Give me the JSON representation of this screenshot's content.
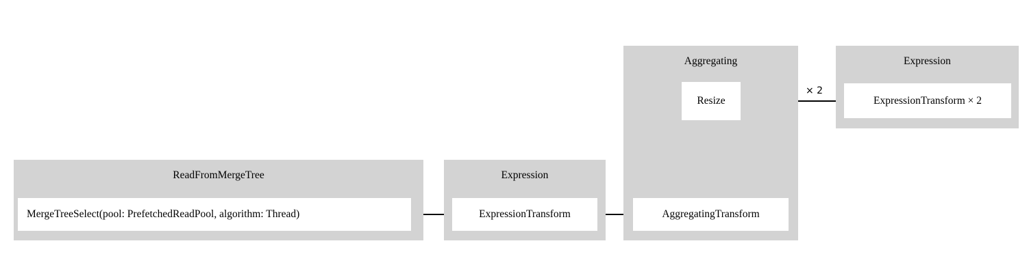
{
  "diagram": {
    "type": "pipeline-graph",
    "background_color": "#ffffff",
    "cluster_color": "#d3d3d3",
    "node_color": "#ffffff",
    "edge_color": "#000000",
    "clusters": [
      {
        "id": "read-from-merge-tree",
        "title": "ReadFromMergeTree",
        "nodes": [
          {
            "id": "merge-tree-select",
            "label": "MergeTreeSelect(pool: PrefetchedReadPool, algorithm: Thread)"
          }
        ]
      },
      {
        "id": "expression-1",
        "title": "Expression",
        "nodes": [
          {
            "id": "expression-transform",
            "label": "ExpressionTransform"
          }
        ]
      },
      {
        "id": "aggregating",
        "title": "Aggregating",
        "nodes": [
          {
            "id": "resize",
            "label": "Resize"
          },
          {
            "id": "aggregating-transform",
            "label": "AggregatingTransform"
          }
        ]
      },
      {
        "id": "expression-2",
        "title": "Expression",
        "nodes": [
          {
            "id": "expression-transform-x2",
            "label": "ExpressionTransform × 2"
          }
        ]
      }
    ],
    "edges": [
      {
        "id": "edge-mergetreeselect-to-expressiontransform",
        "from": "merge-tree-select",
        "to": "expression-transform",
        "label": ""
      },
      {
        "id": "edge-expressiontransform-to-aggregatingtransform",
        "from": "expression-transform",
        "to": "aggregating-transform",
        "label": ""
      },
      {
        "id": "edge-aggregatingtransform-to-resize",
        "from": "aggregating-transform",
        "to": "resize",
        "label": ""
      },
      {
        "id": "edge-resize-to-expressiontransform-x2",
        "from": "resize",
        "to": "expression-transform-x2",
        "label": "× 2"
      }
    ]
  }
}
